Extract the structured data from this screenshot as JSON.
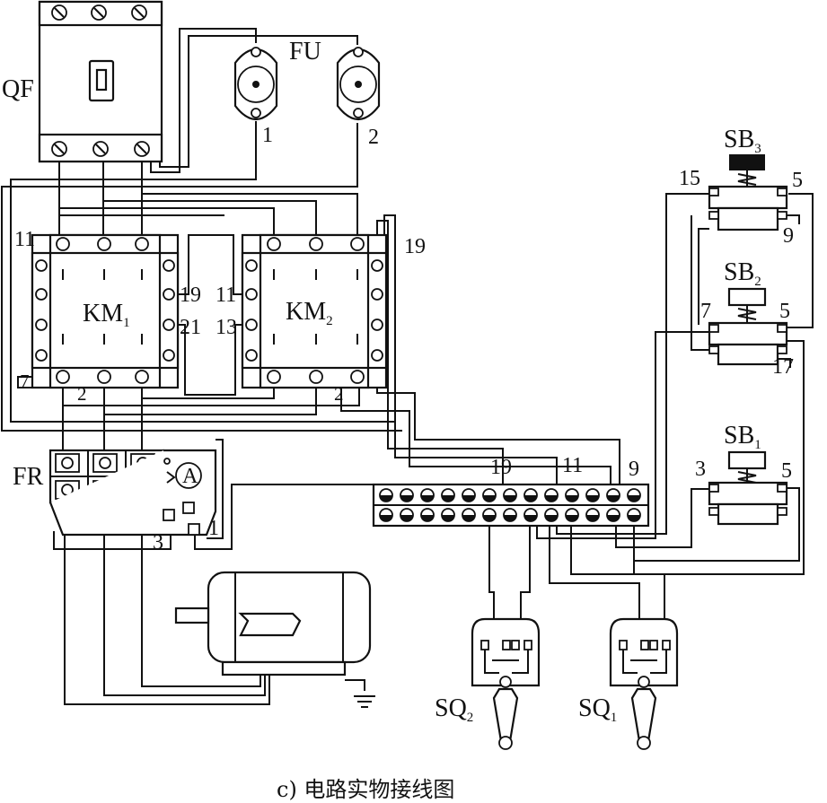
{
  "labels": {
    "qf": "QF",
    "fu": "FU",
    "fu1": "1",
    "fu2": "2",
    "km1": "KM",
    "km1_sub": "1",
    "km2": "KM",
    "km2_sub": "2",
    "km_mid_19": "19",
    "km_mid_21": "21",
    "km_mid_11": "11",
    "km_mid_13": "13",
    "km_top_11": "11",
    "km_top_19": "19",
    "km_bot_7": "7",
    "km1_bot_2": "2",
    "km2_bot_2": "2",
    "fr": "FR",
    "fr_ammeter": "A",
    "fr_3": "3",
    "fr_1": "1",
    "tb_19": "19",
    "tb_11": "11",
    "tb_9": "9",
    "sb3": "SB",
    "sb3_sub": "3",
    "sb3_15": "15",
    "sb3_5": "5",
    "sb3_9": "9",
    "sb2": "SB",
    "sb2_sub": "2",
    "sb2_7": "7",
    "sb2_5": "5",
    "sb2_17": "17",
    "sb1": "SB",
    "sb1_sub": "1",
    "sb1_3": "3",
    "sb1_5": "5",
    "sq2": "SQ",
    "sq2_sub": "2",
    "sq1": "SQ",
    "sq1_sub": "1"
  },
  "caption": "c) 电路实物接线图"
}
